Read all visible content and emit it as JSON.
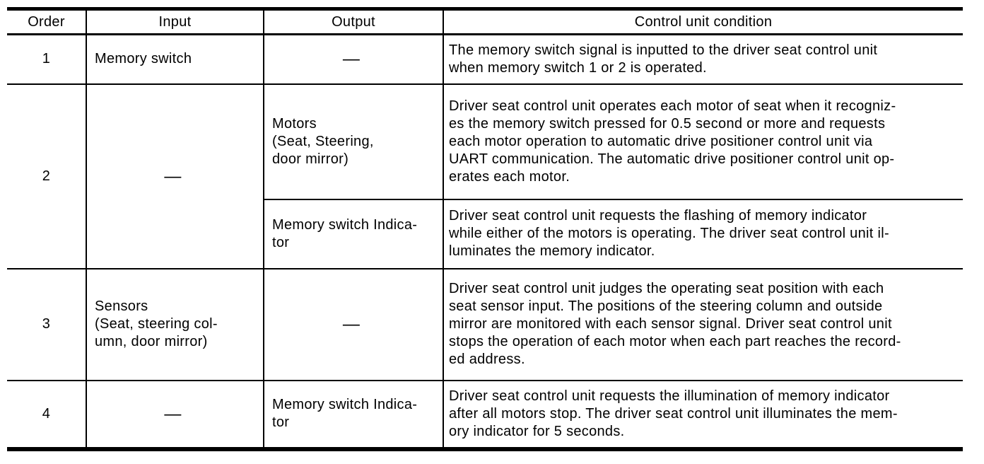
{
  "colors": {
    "border": "#000000",
    "text": "#000000",
    "background": "#ffffff"
  },
  "table": {
    "headers": [
      "Order",
      "Input",
      "Output",
      "Control unit condition"
    ],
    "rows": [
      {
        "order": "1",
        "input": "Memory switch",
        "output": "—",
        "condition": "The memory switch signal is inputted to the driver seat control unit\nwhen memory switch 1 or 2 is operated."
      },
      {
        "order": "2",
        "input": "—",
        "sub_rows": [
          {
            "output": "Motors\n(Seat, Steering,\ndoor mirror)",
            "condition": "Driver seat control unit operates each motor of seat when it recogniz-\nes the memory switch pressed for 0.5 second or more and requests\neach motor operation to automatic drive positioner control unit via\nUART communication. The automatic drive positioner control unit op-\nerates each motor."
          },
          {
            "output": "Memory switch Indica-\ntor",
            "condition": "Driver seat control unit requests the flashing of memory indicator\nwhile either of the motors is operating. The driver seat control unit il-\nluminates the memory indicator."
          }
        ]
      },
      {
        "order": "3",
        "input": "Sensors\n(Seat, steering col-\numn, door mirror)",
        "output": "—",
        "condition": "Driver seat control unit judges the operating seat position with each\nseat sensor input. The positions of the steering column and outside\nmirror are monitored with each sensor signal. Driver seat control unit\nstops the operation of each motor when each part reaches the record-\ned address."
      },
      {
        "order": "4",
        "input": "—",
        "output": "Memory switch Indica-\ntor",
        "condition": "Driver seat control unit requests the illumination of memory indicator\nafter all motors stop. The driver seat control unit illuminates the mem-\nory indicator for 5 seconds."
      }
    ]
  }
}
